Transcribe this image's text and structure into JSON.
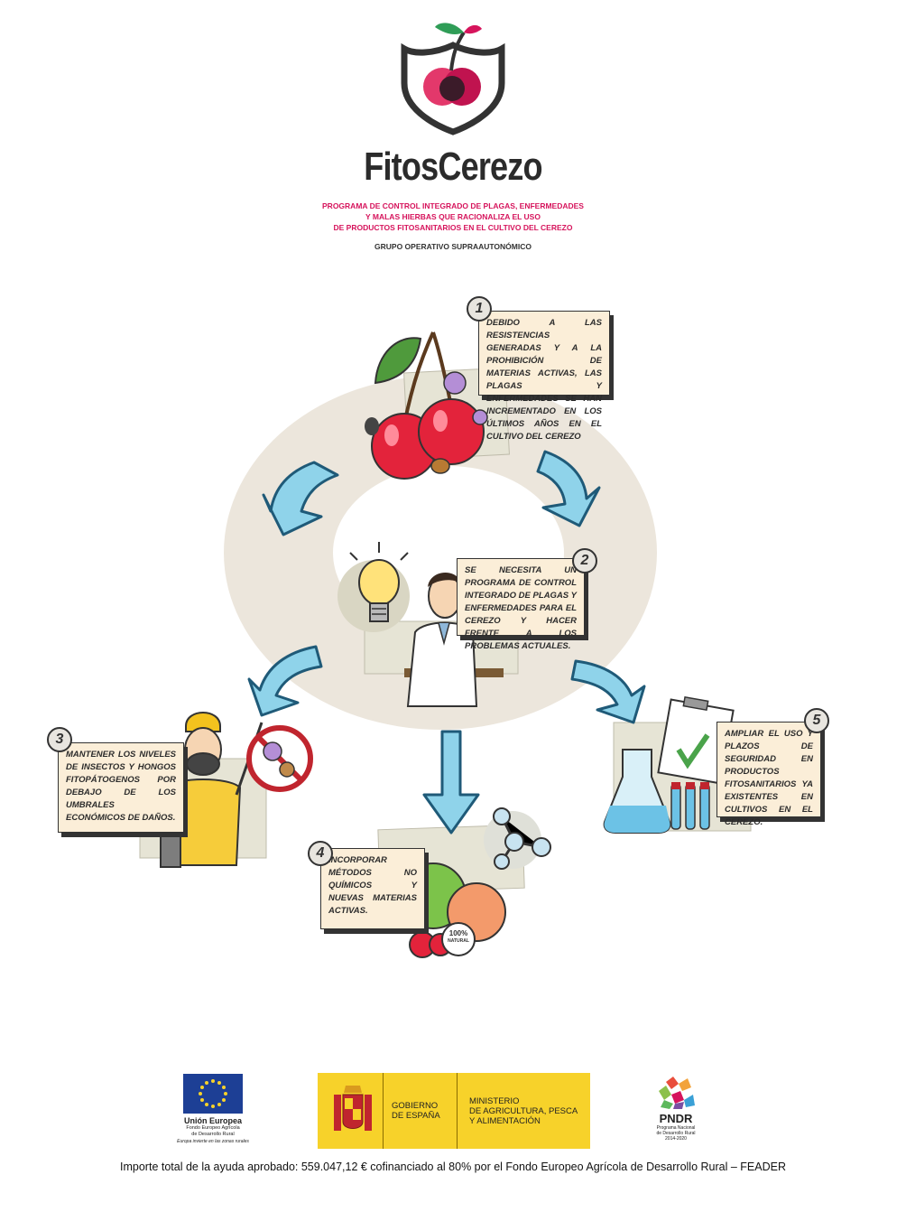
{
  "header": {
    "brand": "FitosCerezo",
    "subtitle_lines": [
      "PROGRAMA DE CONTROL INTEGRADO DE PLAGAS, ENFERMEDADES",
      "Y MALAS HIERBAS QUE RACIONALIZA EL USO",
      "DE PRODUCTOS FITOSANITARIOS EN EL CULTIVO DEL CEREZO"
    ],
    "group": "GRUPO OPERATIVO SUPRAAUTONÓMICO"
  },
  "steps": [
    {
      "number": "1",
      "text": "Debido a las resistencias generadas y a la prohibición de materias activas, las plagas y enfermedades se han incrementado en los últimos años en el cultivo del cerezo"
    },
    {
      "number": "2",
      "text": "Se necesita un programa de control integrado de plagas y enfermedades para el cerezo y hacer frente a los problemas actuales."
    },
    {
      "number": "3",
      "text": "Mantener los niveles de insectos y hongos fitopátogenos por debajo de los umbrales económicos de daños."
    },
    {
      "number": "4",
      "text": "Incorporar métodos no químicos y nuevas materias activas."
    },
    {
      "number": "5",
      "text": "Ampliar el uso y plazos de seguridad en productos fitosanitarios ya existentes en cultivos en el cerezo."
    }
  ],
  "illustration": {
    "natural_badge_line1": "100%",
    "natural_badge_line2": "NATURAL"
  },
  "logos": {
    "eu_title": "Unión Europea",
    "eu_sub1": "Fondo Europeo Agrícola",
    "eu_sub2": "de Desarrollo Rural",
    "eu_motto": "Europa invierte en las zonas rurales",
    "gob_line1": "GOBIERNO",
    "gob_line2": "DE ESPAÑA",
    "min_line1": "MINISTERIO",
    "min_line2": "DE AGRICULTURA, PESCA",
    "min_line3": "Y ALIMENTACIÓN",
    "pndr_title": "PNDR",
    "pndr_sub1": "Programa Nacional",
    "pndr_sub2": "de Desarrollo Rural",
    "pndr_years": "2014-2020"
  },
  "footer": {
    "funding": "Importe total de la ayuda aprobado: 559.047,12 €  cofinanciado al 80% por  el Fondo Europeo Agrícola de Desarrollo Rural – FEADER"
  },
  "colors": {
    "brand_pink": "#d6145c",
    "cherry_red": "#e3233b",
    "arrow_blue": "#8fd3ea",
    "ring": "#ece6dc",
    "note_bg": "#fbeed8"
  }
}
